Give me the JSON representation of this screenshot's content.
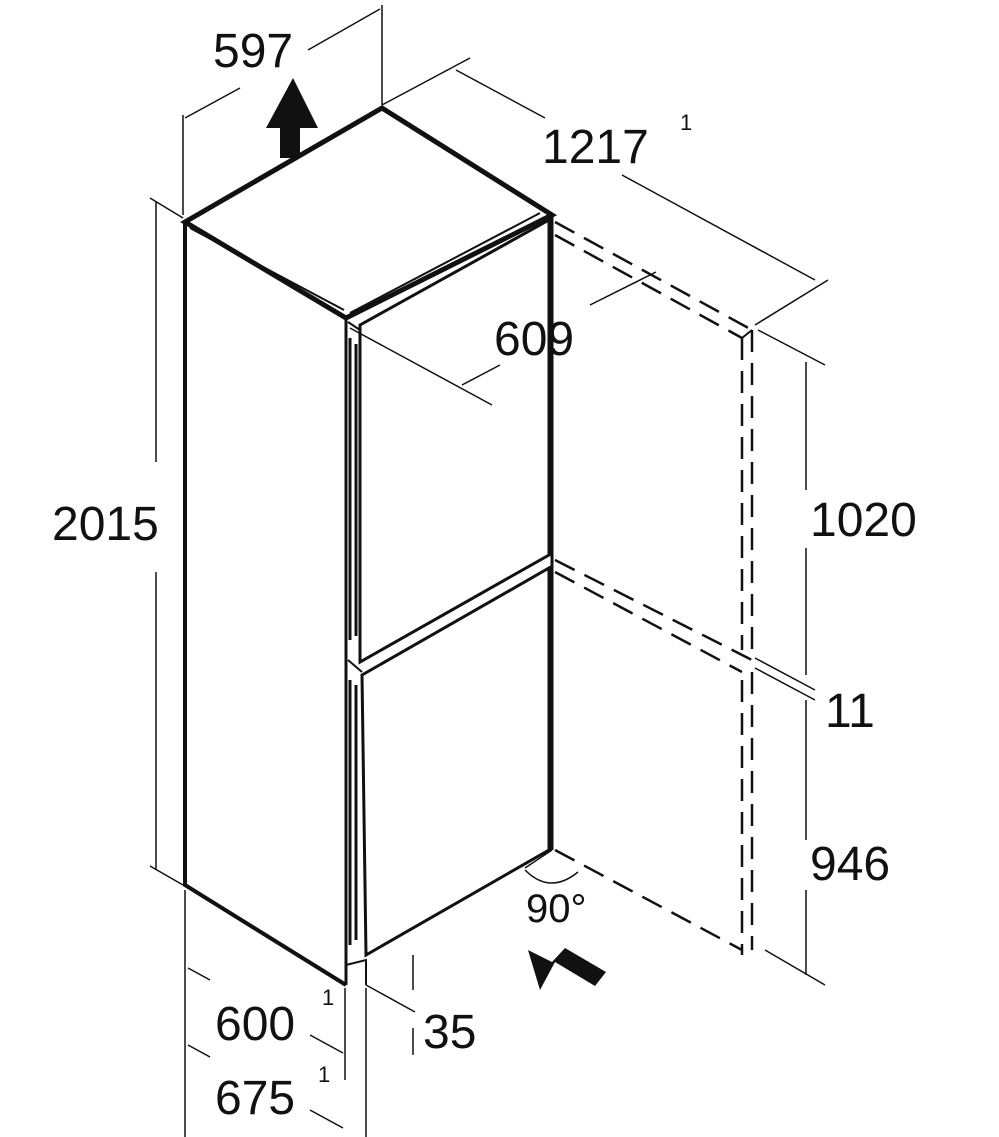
{
  "dimensions": {
    "width": "597",
    "total_depth_open_door": "1217",
    "total_depth_open_door_note": "1",
    "height": "2015",
    "door_width": "609",
    "fridge_door_height": "1020",
    "gap": "11",
    "freezer_door_height": "946",
    "door_angle": "90°",
    "depth": "600",
    "depth_note": "1",
    "depth_with_handle": "675",
    "depth_with_handle_note": "1",
    "plinth_height": "35"
  },
  "colors": {
    "line": "#111111",
    "background": "#ffffff"
  }
}
